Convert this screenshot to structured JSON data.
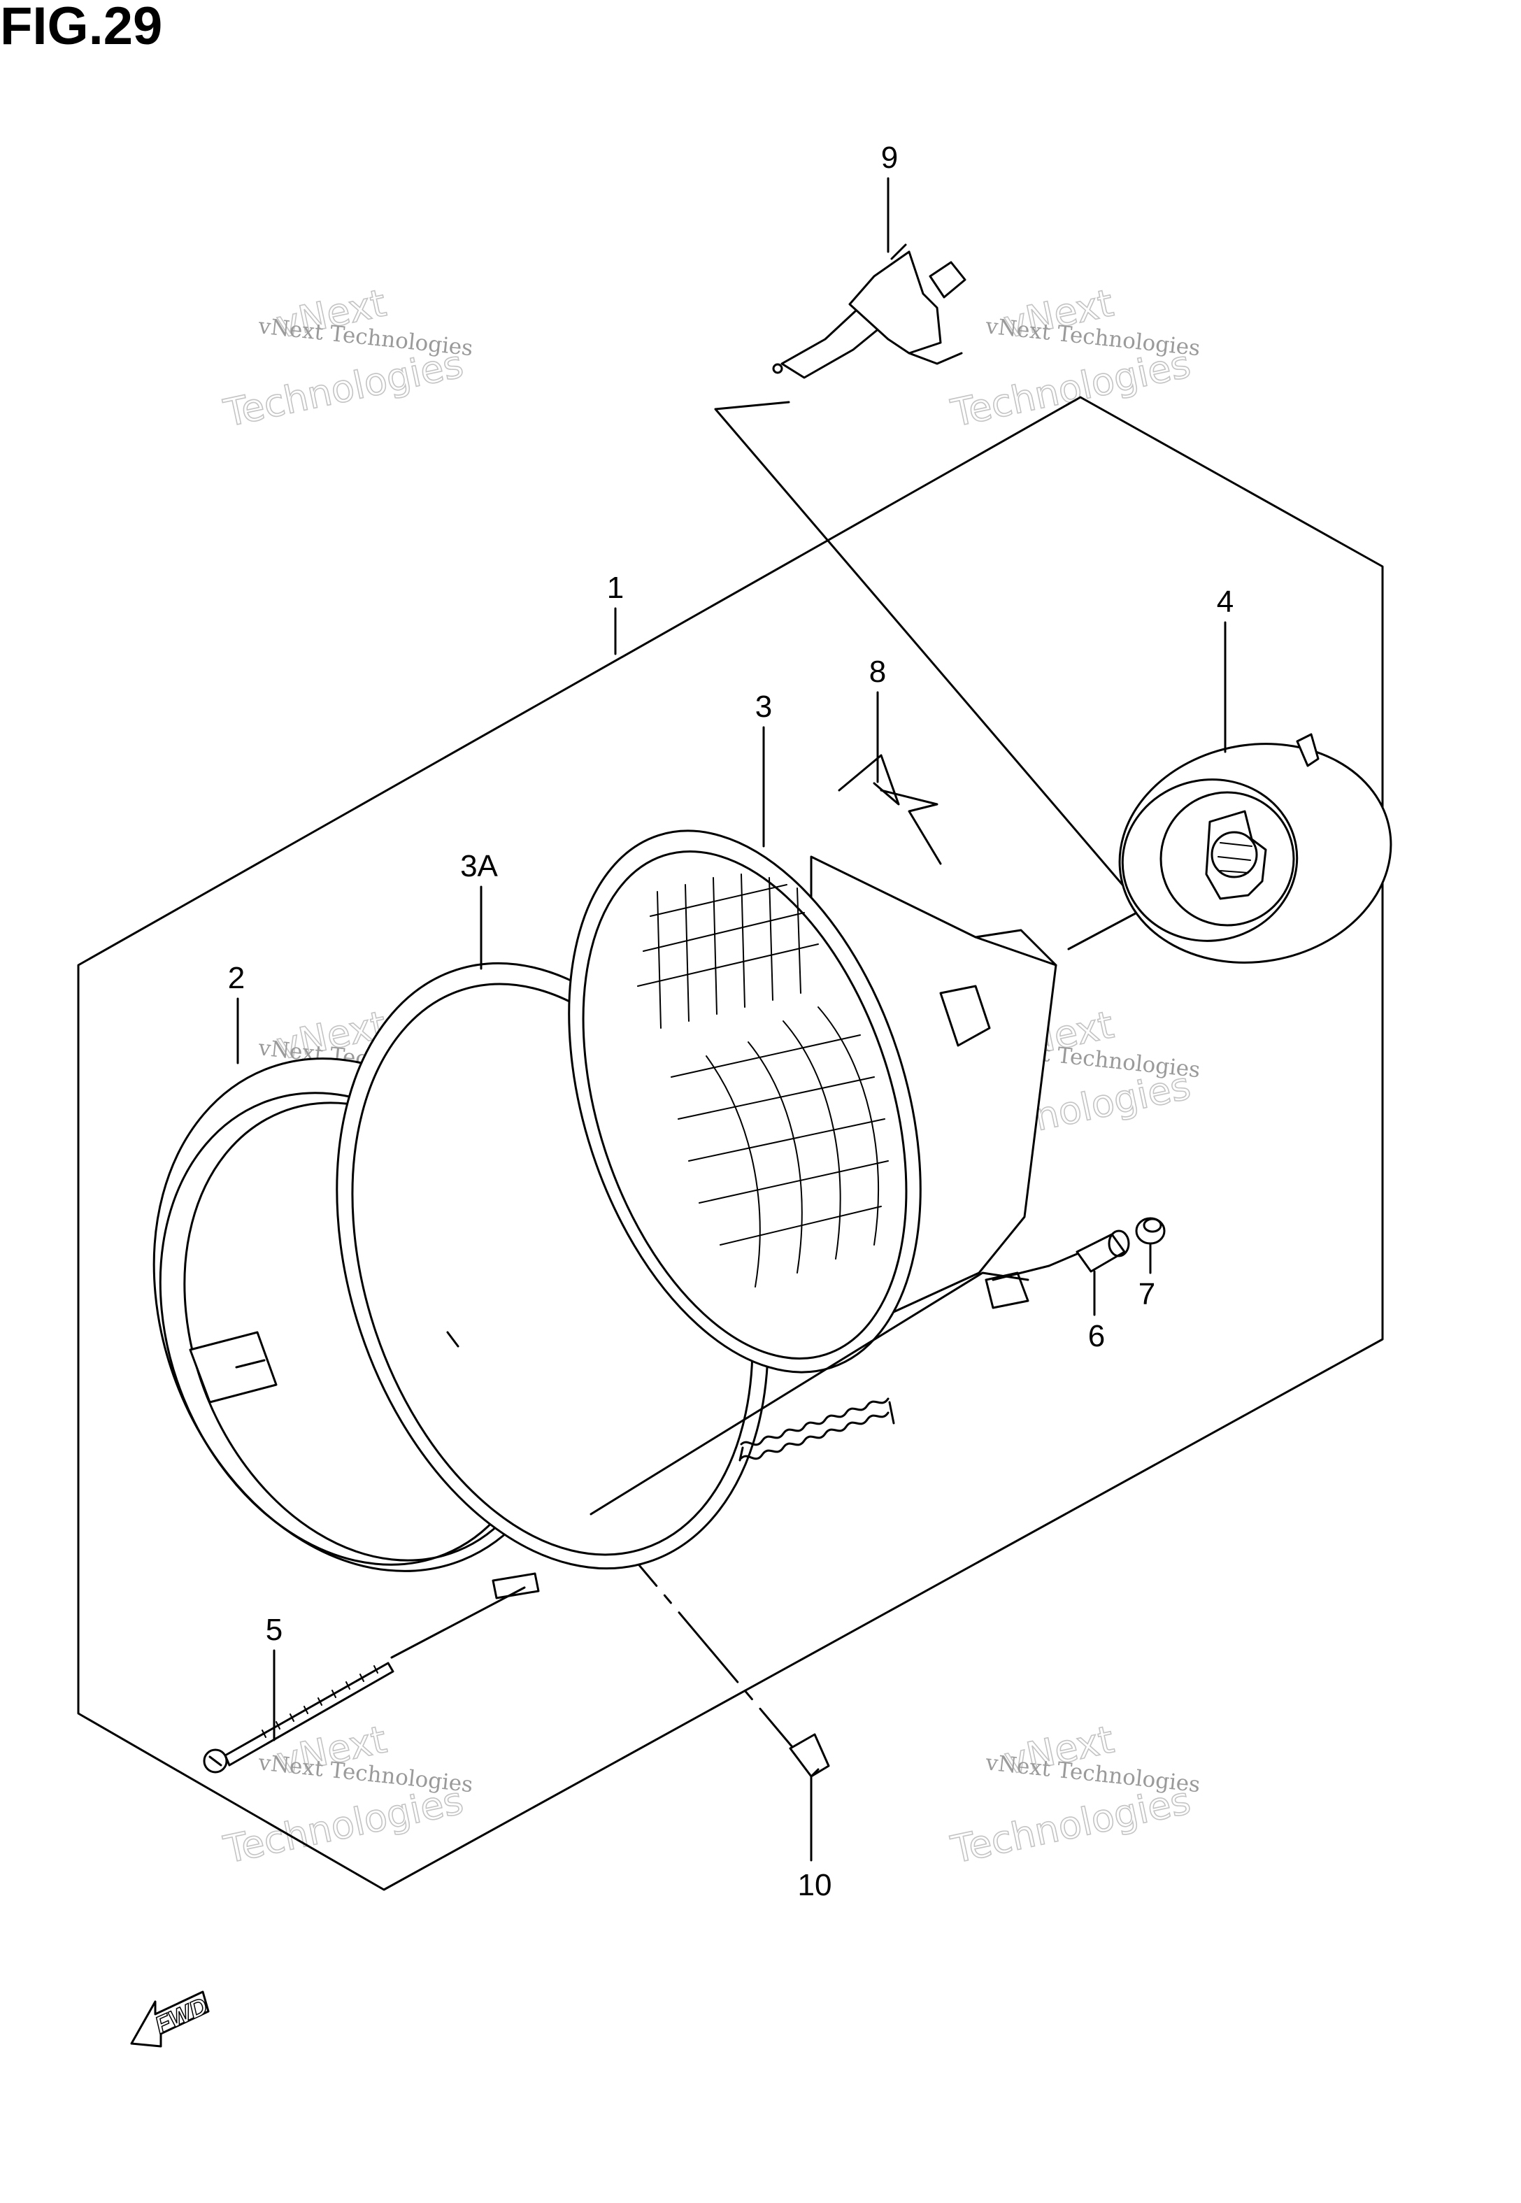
{
  "figure": {
    "title": "FIG.29"
  },
  "callouts": [
    {
      "id": "1",
      "label": "1"
    },
    {
      "id": "2",
      "label": "2"
    },
    {
      "id": "3",
      "label": "3"
    },
    {
      "id": "3A",
      "label": "3A"
    },
    {
      "id": "4",
      "label": "4"
    },
    {
      "id": "5",
      "label": "5"
    },
    {
      "id": "6",
      "label": "6"
    },
    {
      "id": "7",
      "label": "7"
    },
    {
      "id": "8",
      "label": "8"
    },
    {
      "id": "9",
      "label": "9"
    },
    {
      "id": "10",
      "label": "10"
    }
  ],
  "watermark": {
    "line1": "vNext",
    "line2": "vNext Technologies",
    "line3": "Technologies"
  },
  "direction_marker": {
    "label": "FWD"
  }
}
